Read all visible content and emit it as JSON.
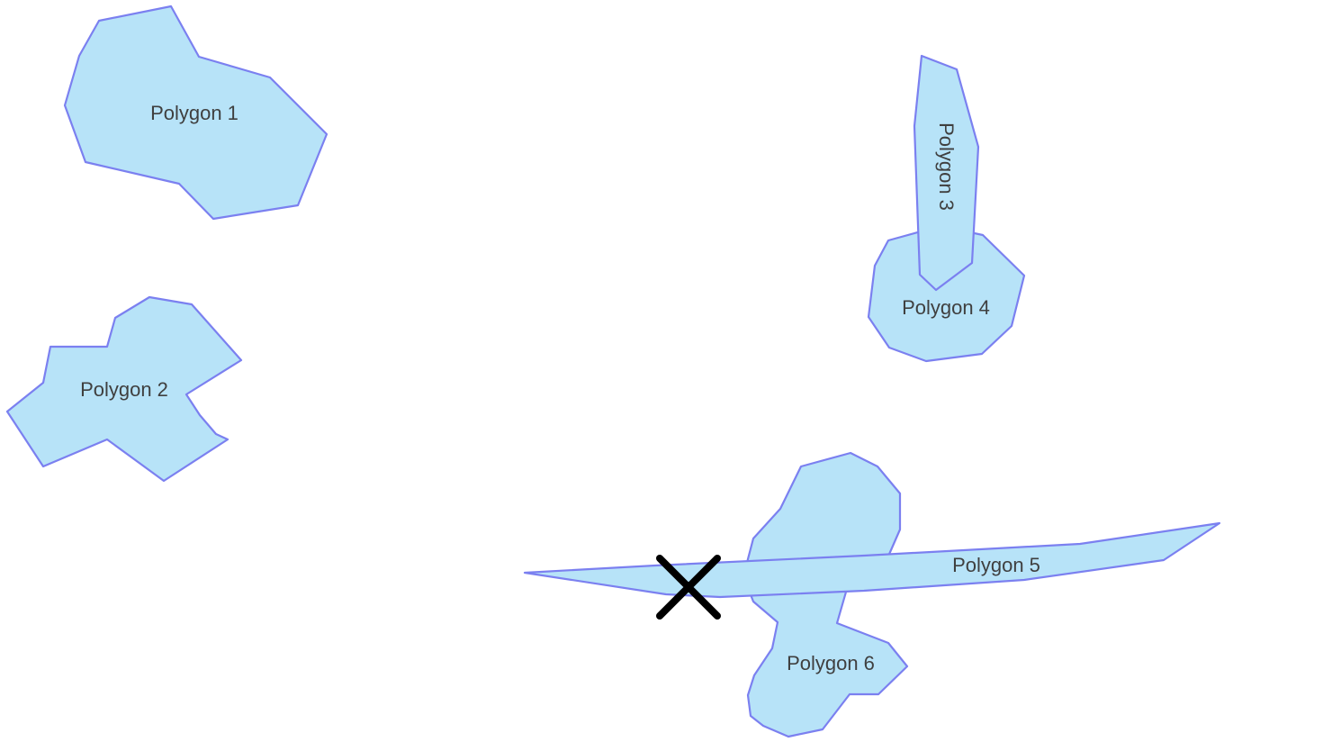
{
  "style": {
    "fill_color": "#b7e3f8",
    "stroke_color": "#7b80f0",
    "label_color": "#3f3f3f",
    "marker_color": "#000000"
  },
  "polygons": [
    {
      "id": "polygon-1",
      "label": "Polygon 1"
    },
    {
      "id": "polygon-2",
      "label": "Polygon 2"
    },
    {
      "id": "polygon-3",
      "label": "Polygon 3"
    },
    {
      "id": "polygon-4",
      "label": "Polygon 4"
    },
    {
      "id": "polygon-5",
      "label": "Polygon 5"
    },
    {
      "id": "polygon-6",
      "label": "Polygon 6"
    }
  ],
  "marker": {
    "icon": "x-marker-icon"
  }
}
